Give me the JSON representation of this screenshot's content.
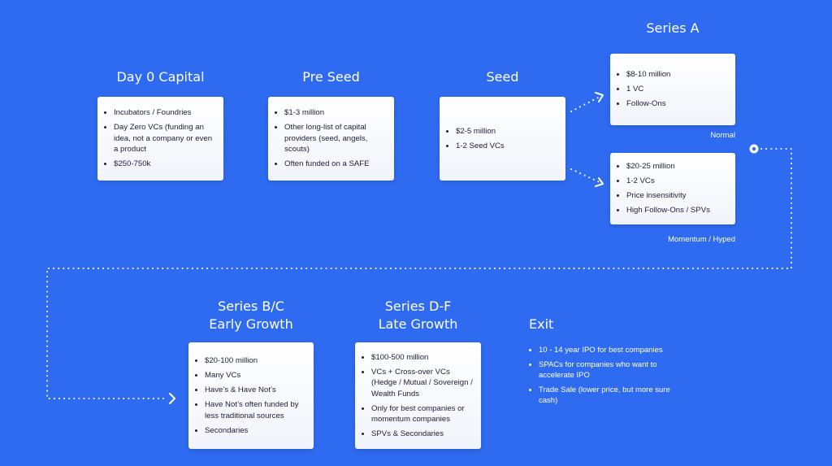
{
  "stages": {
    "day0": {
      "title": "Day 0 Capital",
      "items": [
        "Incubators / Foundries",
        "Day Zero VCs (funding an idea, not a company or even a product",
        "$250-750k"
      ]
    },
    "preseed": {
      "title": "Pre Seed",
      "items": [
        "$1-3 million",
        "Other long-list of capital providers (seed, angels, scouts)",
        "Often funded on a SAFE"
      ]
    },
    "seed": {
      "title": "Seed",
      "items": [
        "$2-5 million",
        "1-2 Seed VCs"
      ]
    },
    "series_a": {
      "title": "Series A",
      "normal": {
        "items": [
          "$8-10 million",
          "1 VC",
          "Follow-Ons"
        ],
        "caption": "Normal"
      },
      "hyped": {
        "items": [
          "$20-25 million",
          "1-2 VCs",
          "Price insensitivity",
          "High Follow-Ons / SPVs"
        ],
        "caption": "Momentum / Hyped"
      }
    },
    "series_bc": {
      "title_line1": "Series B/C",
      "title_line2": "Early Growth",
      "items": [
        "$20-100 million",
        "Many VCs",
        "Have’s & Have Not’s",
        "Have Not’s often funded by less traditional sources",
        "Secondaries"
      ]
    },
    "series_df": {
      "title_line1": "Series D-F",
      "title_line2": "Late Growth",
      "items": [
        "$100-500 million",
        "VCs + Cross-over VCs (Hedge / Mutual / Sovereign / Wealth Funds",
        "Only for best companies or momentum companies",
        "SPVs & Secondaries"
      ]
    },
    "exit": {
      "title": "Exit",
      "items": [
        "10 - 14 year IPO for best companies",
        "SPACs for companies who want to accelerate IPO",
        "Trade Sale (lower price, but more sure cash)"
      ]
    }
  },
  "colors": {
    "background": "#2F6BF0",
    "card": "#FFFFFF",
    "text": "#1A1F36",
    "connector": "#FFFFFF"
  }
}
